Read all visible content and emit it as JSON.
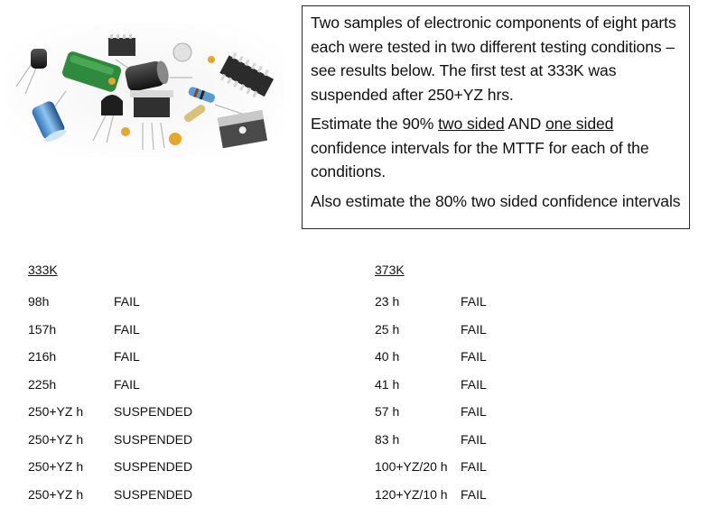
{
  "image": {
    "subject": "electronic-components-photo"
  },
  "prompt": {
    "paragraph1": "Two samples of electronic components of eight parts each were tested in two different testing conditions – see results below. The first test at 333K was suspended after 250+YZ hrs.",
    "p2_before": "Estimate the 90% ",
    "p2_two_sided": "two sided",
    "p2_and": " AND ",
    "p2_one_sided": "one sided",
    "p2_after": " confidence intervals for the MTTF for each of the conditions.",
    "paragraph3": "Also estimate the 80% two sided confidence intervals"
  },
  "table_333K": {
    "header": "333K",
    "rows": [
      {
        "time": "98h",
        "status": "FAIL"
      },
      {
        "time": "157h",
        "status": "FAIL"
      },
      {
        "time": "216h",
        "status": "FAIL"
      },
      {
        "time": "225h",
        "status": "FAIL"
      },
      {
        "time": "250+YZ h",
        "status": "SUSPENDED"
      },
      {
        "time": "250+YZ h",
        "status": "SUSPENDED"
      },
      {
        "time": "250+YZ h",
        "status": "SUSPENDED"
      },
      {
        "time": "250+YZ h",
        "status": "SUSPENDED"
      }
    ]
  },
  "table_373K": {
    "header": "373K",
    "rows": [
      {
        "time": "23 h",
        "status": "FAIL"
      },
      {
        "time": "25 h",
        "status": "FAIL"
      },
      {
        "time": "40 h",
        "status": "FAIL"
      },
      {
        "time": "41 h",
        "status": "FAIL"
      },
      {
        "time": "57 h",
        "status": "FAIL"
      },
      {
        "time": "83 h",
        "status": "FAIL"
      },
      {
        "time": "100+YZ/20 h",
        "status": "FAIL"
      },
      {
        "time": "120+YZ/10 h",
        "status": "FAIL"
      }
    ]
  }
}
